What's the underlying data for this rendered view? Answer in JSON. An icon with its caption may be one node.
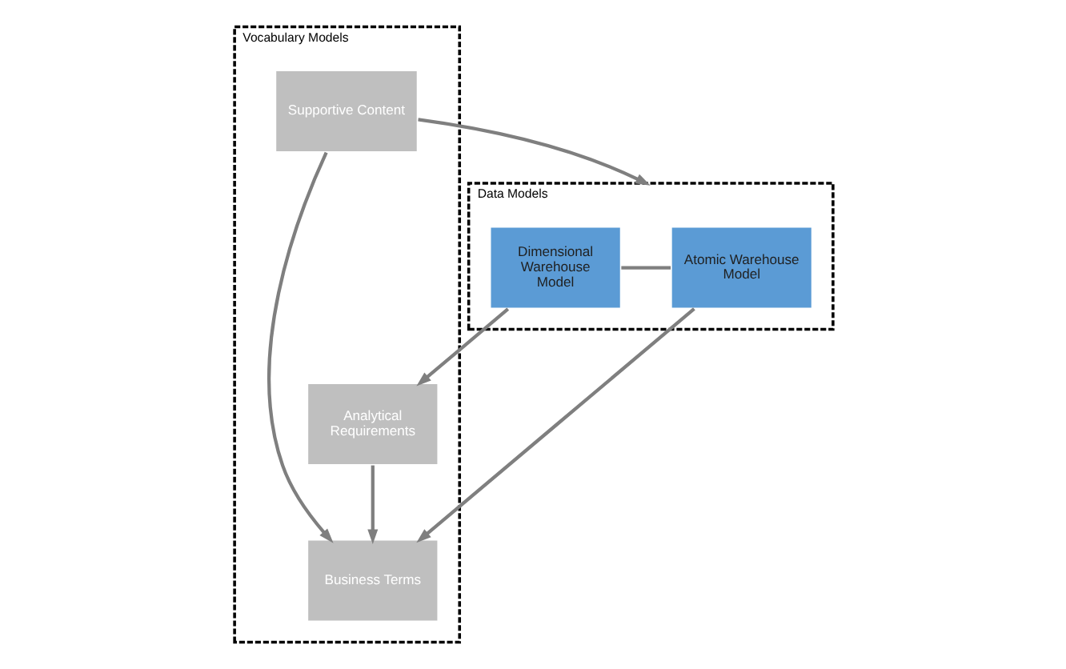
{
  "diagram": {
    "nodes": [
      {
        "text": [
          "Vocabulary Models"
        ]
      },
      {
        "text": [
          "Supportive Content"
        ],
        "in": 0
      },
      {
        "text": [
          "Business Terms"
        ],
        "in": 0
      },
      {
        "text": [
          "Analytical Requirements"
        ],
        "in": 0
      },
      {
        "text": [
          "Data Models"
        ]
      },
      {
        "text": [
          "Atomic Warehouse Model"
        ],
        "in": 4
      },
      {
        "text": [
          "Dimensional Warehouse Model"
        ],
        "in": 4
      }
    ],
    "edges": [
      {
        "from": 1,
        "to": 2,
        "arrow": "to"
      },
      {
        "from": 3,
        "to": 2,
        "arrow": "to"
      },
      {
        "from": 1,
        "to": 4,
        "arrow": "to"
      },
      {
        "from": 5,
        "to": 2,
        "arrow": "to"
      },
      {
        "from": 6,
        "to": 3,
        "arrow": "to"
      },
      {
        "from": 5,
        "to": 6,
        "arrow": "none"
      }
    ]
  }
}
